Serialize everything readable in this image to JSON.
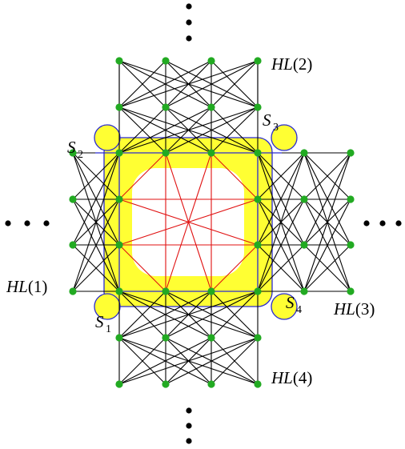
{
  "labels": {
    "hl1": "HL(1)",
    "hl2": "HL(2)",
    "hl3": "HL(3)",
    "hl4": "HL(4)",
    "s1": "S1",
    "s2": "S2",
    "s3": "S3",
    "s4": "S4"
  },
  "colors": {
    "highlight_fill": "#ffff33",
    "square_edges": "#2a2ad0",
    "center_edges": "#e01010",
    "link_edges": "#000000",
    "node": "#22aa22"
  },
  "legend": {}
}
